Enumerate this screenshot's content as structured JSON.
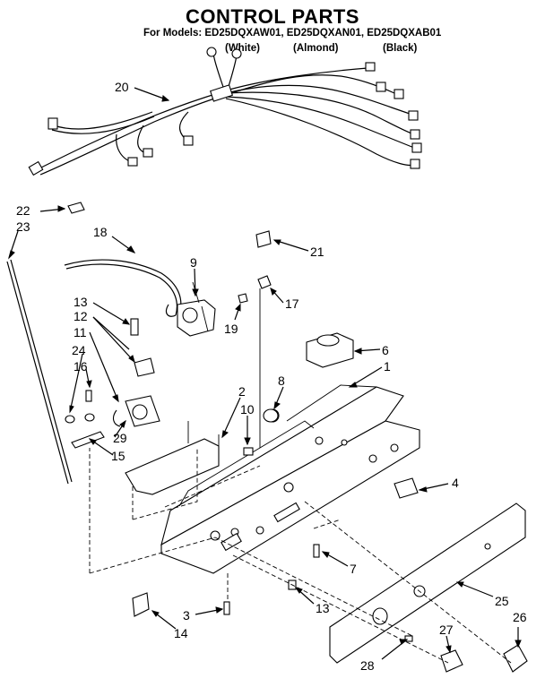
{
  "title": "CONTROL PARTS",
  "models_line": "For Models: ED25DQXAW01, ED25DQXAN01, ED25DQXAB01",
  "variants": [
    "(White)",
    "(Almond)",
    "(Black)"
  ],
  "callouts": {
    "c1": "1",
    "c2": "2",
    "c3": "3",
    "c4": "4",
    "c6": "6",
    "c7": "7",
    "c8": "8",
    "c9": "9",
    "c10": "10",
    "c11": "11",
    "c12": "12",
    "c13a": "13",
    "c13b": "13",
    "c14": "14",
    "c15": "15",
    "c16": "16",
    "c17": "17",
    "c18": "18",
    "c19": "19",
    "c20": "20",
    "c21": "21",
    "c22": "22",
    "c23": "23",
    "c24": "24",
    "c25": "25",
    "c26": "26",
    "c27": "27",
    "c28": "28",
    "c29": "29"
  }
}
